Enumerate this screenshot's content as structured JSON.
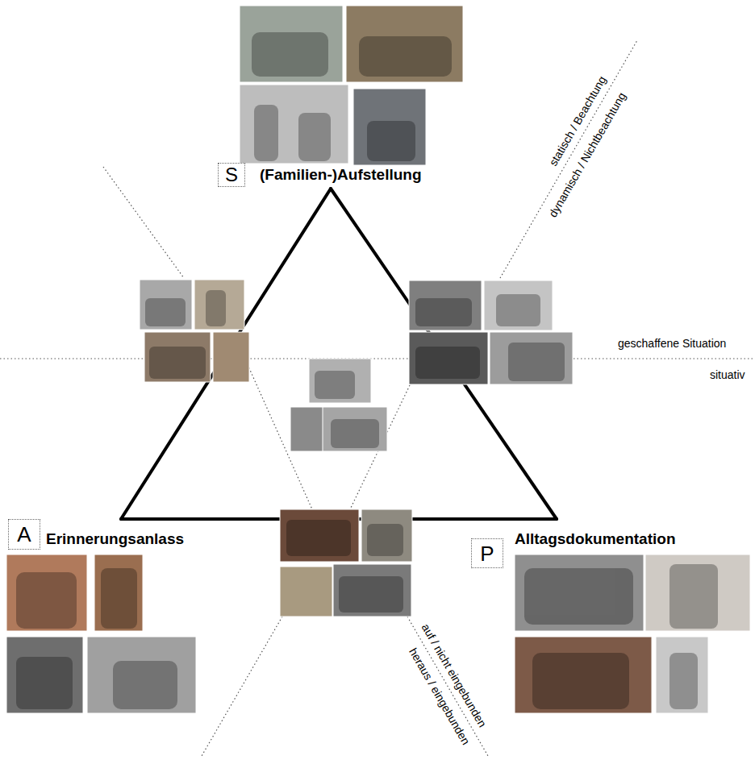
{
  "diagram": {
    "nodes": [
      {
        "text": [
          "S",
          "(Familien-)Aufstellung"
        ]
      },
      {
        "text": [
          "A",
          "Erinnerungsanlass"
        ]
      },
      {
        "text": [
          "P",
          "Alltagsdokumentation"
        ]
      }
    ],
    "edges": [
      {
        "from": 0,
        "to": 1,
        "arrow": "none"
      },
      {
        "from": 0,
        "to": 2,
        "arrow": "none"
      },
      {
        "from": 1,
        "to": 2,
        "arrow": "none"
      }
    ],
    "labels": [
      "statisch / Beachtung",
      "dynamisch / Nichtbeachtung",
      "geschaffene Situation",
      "situativ",
      "auf / nicht eingebunden",
      "heraus / eingebunden"
    ]
  }
}
